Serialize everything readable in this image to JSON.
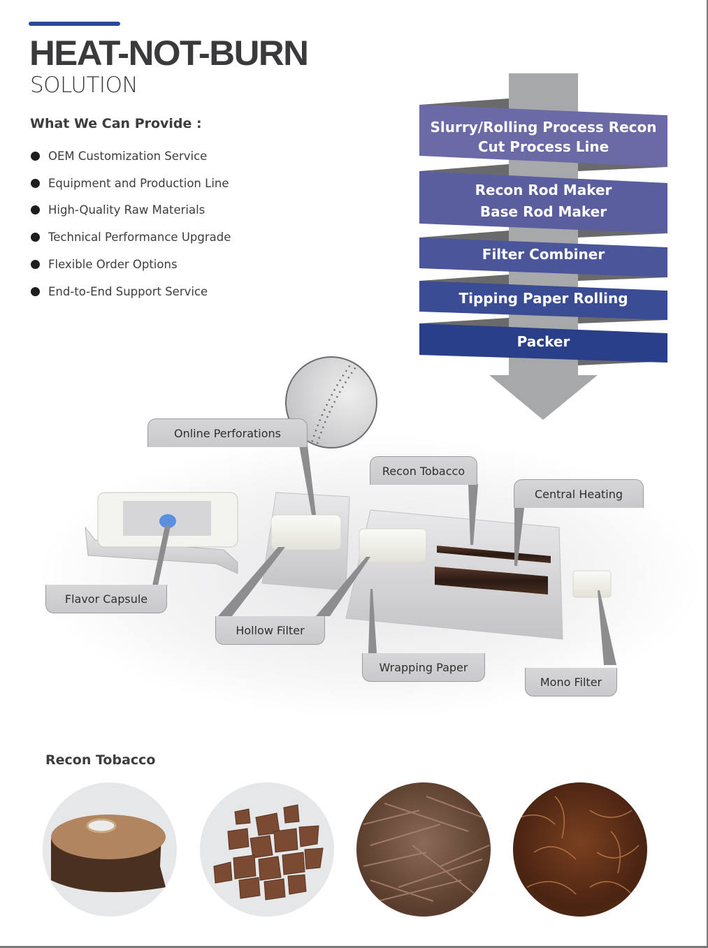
{
  "header": {
    "title": "HEAT-NOT-BURN",
    "subtitle": "SOLUTION",
    "accent_color": "#2a4a95"
  },
  "provide": {
    "heading": "What We Can Provide :",
    "items": [
      "OEM Customization Service",
      "Equipment and Production Line",
      "High-Quality Raw Materials",
      "Technical Performance Upgrade",
      "Flexible Order Options",
      "End-to-End Support Service"
    ]
  },
  "process_flow": {
    "steps": [
      {
        "line1": "Slurry/Rolling Process Recon",
        "line2": "Cut Process Line",
        "color": "#6b6aa6"
      },
      {
        "line1": "Recon Rod Maker",
        "line2": "Base Rod Maker",
        "color": "#5a5e9f"
      },
      {
        "line1": "Filter Combiner",
        "line2": "",
        "color": "#4a5699"
      },
      {
        "line1": "Tipping Paper Rolling",
        "line2": "",
        "color": "#3a4c93"
      },
      {
        "line1": "Packer",
        "line2": "",
        "color": "#2a3f8a"
      }
    ],
    "arrow_color": "#a7a8aa"
  },
  "diagram": {
    "callouts": {
      "online_perforations": "Online Perforations",
      "recon_tobacco": "Recon Tobacco",
      "central_heating": "Central Heating",
      "flavor_capsule": "Flavor Capsule",
      "hollow_filter": "Hollow Filter",
      "wrapping_paper": "Wrapping Paper",
      "mono_filter": "Mono Filter"
    }
  },
  "recon_samples": {
    "heading": "Recon Tobacco",
    "items": [
      "recon-roll",
      "recon-cut-sheets",
      "recon-shreds",
      "recon-cut-filler"
    ]
  }
}
